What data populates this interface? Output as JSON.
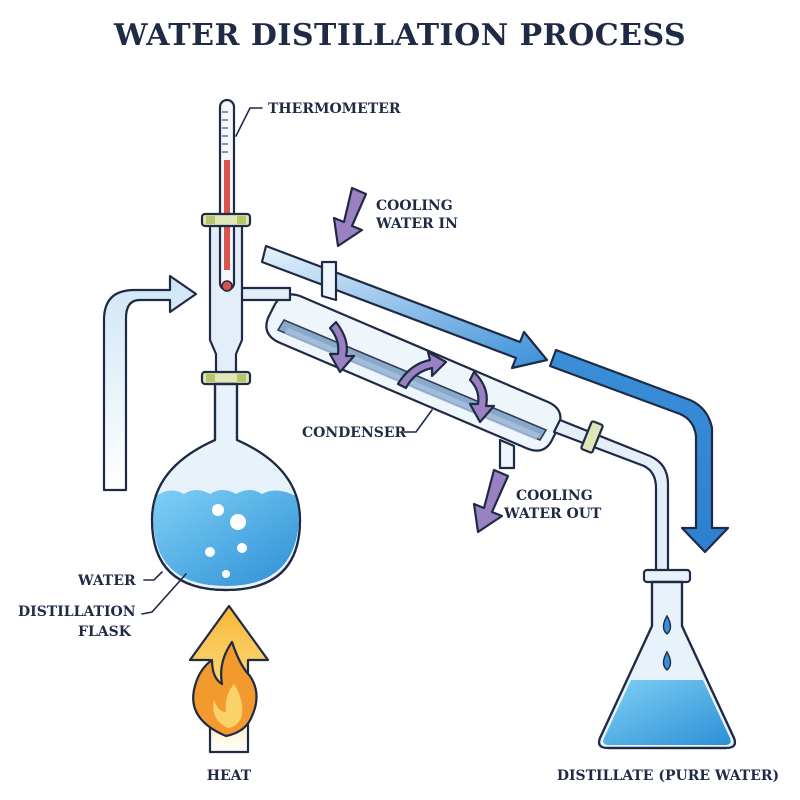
{
  "title": "WATER DISTILLATION PROCESS",
  "labels": {
    "thermometer": "THERMOMETER",
    "cooling_in_1": "COOLING",
    "cooling_in_2": "WATER IN",
    "condenser": "CONDENSER",
    "cooling_out_1": "COOLING",
    "cooling_out_2": "WATER OUT",
    "water": "WATER",
    "flask_1": "DISTILLATION",
    "flask_2": "FLASK",
    "heat": "HEAT",
    "distillate": "DISTILLATE (PURE WATER)"
  },
  "colors": {
    "outline": "#1f2a44",
    "glass": "#e3eef8",
    "water": "#3aa3e0",
    "vapor_arrow": "#cfe6f6",
    "flow_arrow": "#3a8fd8",
    "cooling_arrow": "#9a82c2",
    "heat_arrow": "#f8c24a",
    "flame": "#f29a2e",
    "clamp": "#b8c46a",
    "mercury": "#d9534f"
  },
  "icons": [
    "flame-icon",
    "arrow-up-icon",
    "arrow-down-icon",
    "water-drop-icon"
  ]
}
